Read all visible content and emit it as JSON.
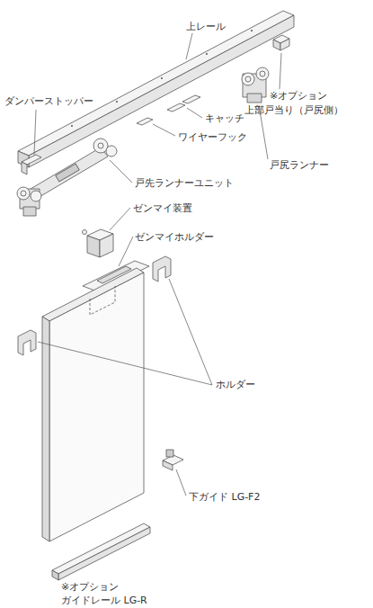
{
  "diagram": {
    "labels": [
      "上レール",
      "ダンパーストッパー",
      "※オプション",
      "上部戸当り（戸尻側）",
      "キャッチ",
      "ワイヤーフック",
      "戸尻ランナー",
      "戸先ランナーユニット",
      "ゼンマイ装置",
      "ゼンマイホルダー",
      "ホルダー",
      "下ガイド LG-F2",
      "※オプション",
      "ガイドレール LG-R"
    ]
  }
}
